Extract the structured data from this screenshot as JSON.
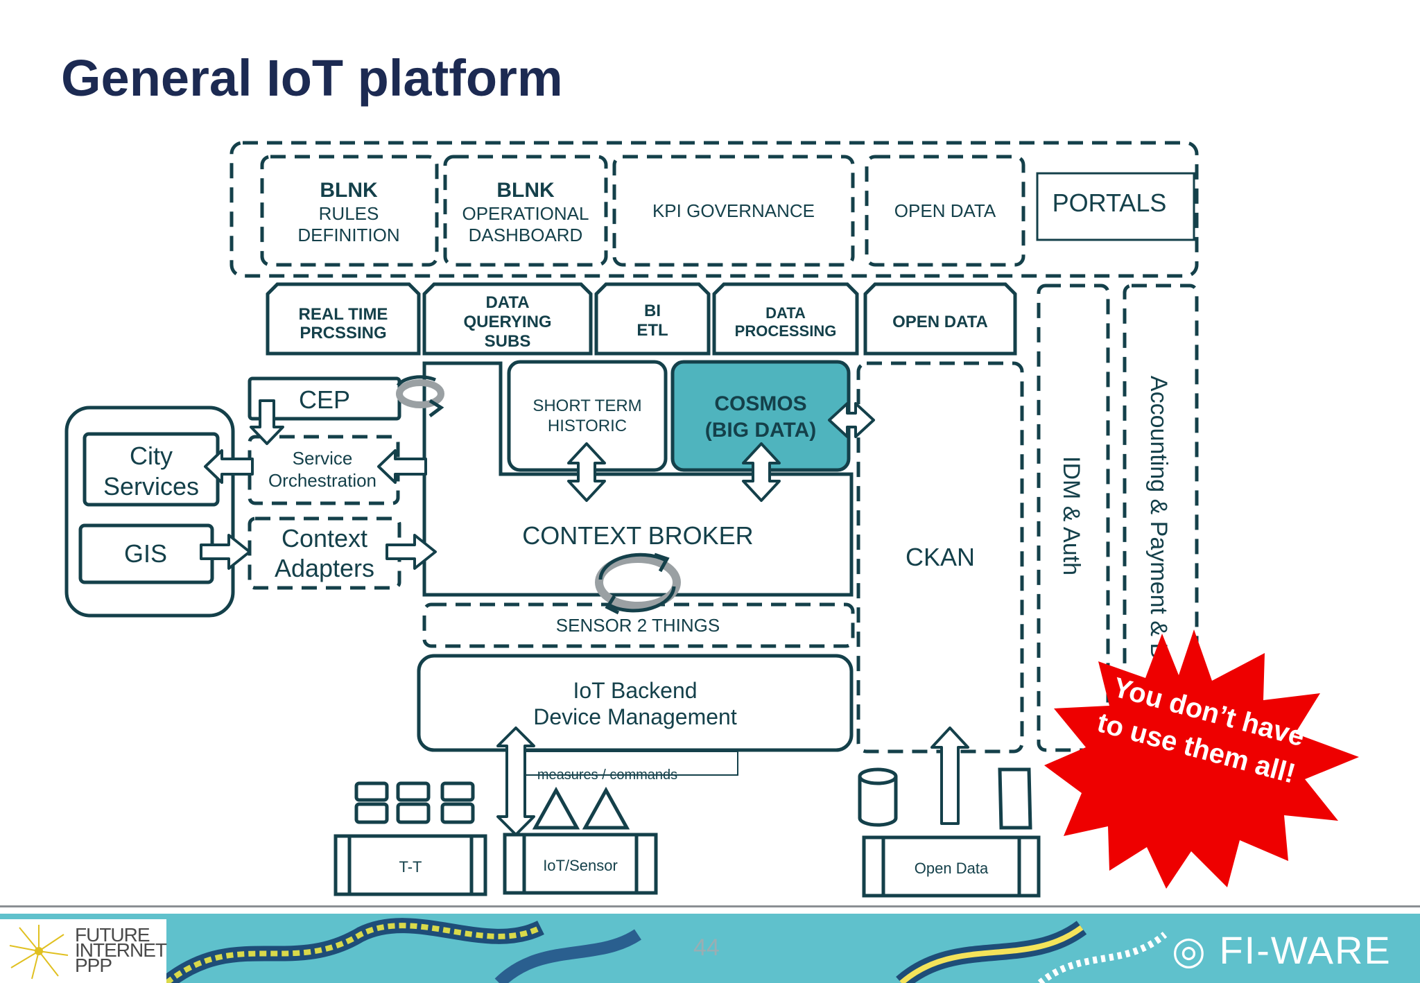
{
  "title": "General IoT platform",
  "portals_row": {
    "blnk1": {
      "l1": "BLNK",
      "l2": "RULES",
      "l3": "DEFINITION"
    },
    "blnk2": {
      "l1": "BLNK",
      "l2": "OPERATIONAL",
      "l3": "DASHBOARD"
    },
    "kpi": "KPI GOVERNANCE",
    "open_data": "OPEN DATA",
    "portals": "PORTALS"
  },
  "tabs": {
    "real_time": {
      "l1": "REAL TIME",
      "l2": "PRCSSING"
    },
    "data_querying": {
      "l1": "DATA",
      "l2": "QUERYING",
      "l3": "SUBS"
    },
    "bi_etl": {
      "l1": "BI",
      "l2": "ETL"
    },
    "data_processing": {
      "l1": "DATA",
      "l2": "PROCESSING"
    },
    "open_data": "OPEN DATA"
  },
  "cep": "CEP",
  "service_orchestration": {
    "l1": "Service",
    "l2": "Orchestration"
  },
  "context_adapters": {
    "l1": "Context",
    "l2": "Adapters"
  },
  "city_services": {
    "l1": "City",
    "l2": "Services"
  },
  "gis": "GIS",
  "short_term_historic": {
    "l1": "SHORT TERM",
    "l2": "HISTORIC"
  },
  "cosmos": {
    "l1": "COSMOS",
    "l2": "(BIG DATA)"
  },
  "context_broker": "CONTEXT BROKER",
  "sensor2things": "SENSOR 2 THINGS",
  "iot_backend": {
    "l1": "IoT Backend",
    "l2": "Device Management"
  },
  "ckan": "CKAN",
  "idm": "IDM & Auth",
  "accounting": "Accounting & Payment & B",
  "measures": "measures / commands",
  "tt": "T-T",
  "iot_sensor": "IoT/Sensor",
  "open_data_bottom": "Open Data",
  "starburst": {
    "l1": "You don’t have",
    "l2": "to use them all!"
  },
  "footer": {
    "page_number": "44",
    "left_logo": {
      "l1": "FUTURE",
      "l2": "INTERNET",
      "l3": "PPP"
    },
    "right_logo": "FI-WARE"
  },
  "colors": {
    "dark": "#14404a",
    "title": "#1c2a52",
    "cosmos_fill": "#4fb4be",
    "starburst": "#ee0000",
    "footer": "#5fc1cc"
  }
}
